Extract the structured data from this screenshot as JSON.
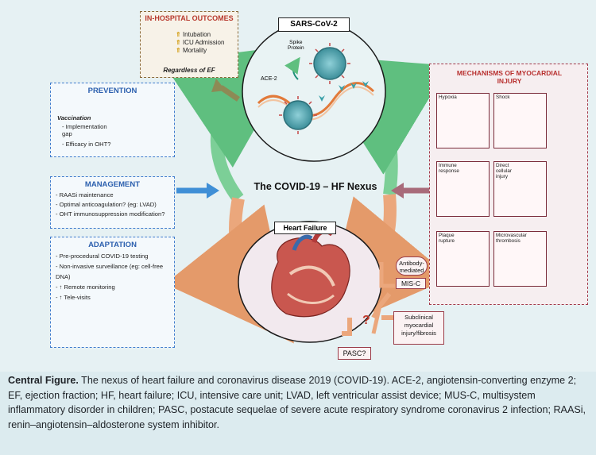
{
  "center_title": "The COVID-19 – HF Nexus",
  "sars": {
    "title": "SARS-CoV-2",
    "spike_label": "Spike\nProtein",
    "ace_label": "ACE-2"
  },
  "heart_failure": {
    "title": "Heart Failure"
  },
  "outcomes": {
    "title": "IN-HOSPITAL OUTCOMES",
    "items": [
      "Intubation",
      "ICU Admission",
      "Mortality"
    ],
    "footer": "Regardless of EF"
  },
  "prevention": {
    "title": "PREVENTION",
    "subtitle": "Vaccination",
    "items": [
      "Implementation gap",
      "Efficacy in OHT?"
    ]
  },
  "management": {
    "title": "MANAGEMENT",
    "items": [
      "RAASi maintenance",
      "Optimal anticoagulation? (eg: LVAD)",
      "OHT immunosuppression modification?"
    ]
  },
  "adaptation": {
    "title": "ADAPTATION",
    "items": [
      "Pre-procedural COVID-19 testing",
      "Non-invasive surveillance (eg: cell-free DNA)",
      "↑ Remote monitoring",
      "↑ Tele-visits"
    ]
  },
  "mechanisms": {
    "title": "MECHANISMS OF MYOCARDIAL INJURY",
    "tiles": [
      "Hypoxia",
      "Shock",
      "Immune response",
      "Direct cellular injury",
      "Plaque rupture",
      "Microvascular thrombosis"
    ]
  },
  "misc": {
    "antibody": "Antibody-mediated",
    "misc_label": "MIS-C",
    "question": "?",
    "subclinical": "Subclinical myocardial injury/fibrosis",
    "pasc": "PASC?"
  },
  "caption": {
    "label": "Central Figure.",
    "text": "The nexus of heart failure and coronavirus disease 2019 (COVID-19). ACE-2, angiotensin-converting enzyme 2; EF, ejection fraction; HF, heart failure; ICU, intensive care unit; LVAD, left ventricular assist device; MUS-C, multisystem inflammatory disorder in children; PASC, postacute sequelae of severe acute respiratory syndrome coronavirus 2 infection; RAASi, renin–angiotensin–aldosterone system inhibitor."
  },
  "colors": {
    "blue": "#3f7ccd",
    "green": "#5fbf7f",
    "orange": "#e49a6a",
    "mauve": "#a86b7a",
    "brown": "#8a7a3a",
    "red": "#c0392b"
  }
}
